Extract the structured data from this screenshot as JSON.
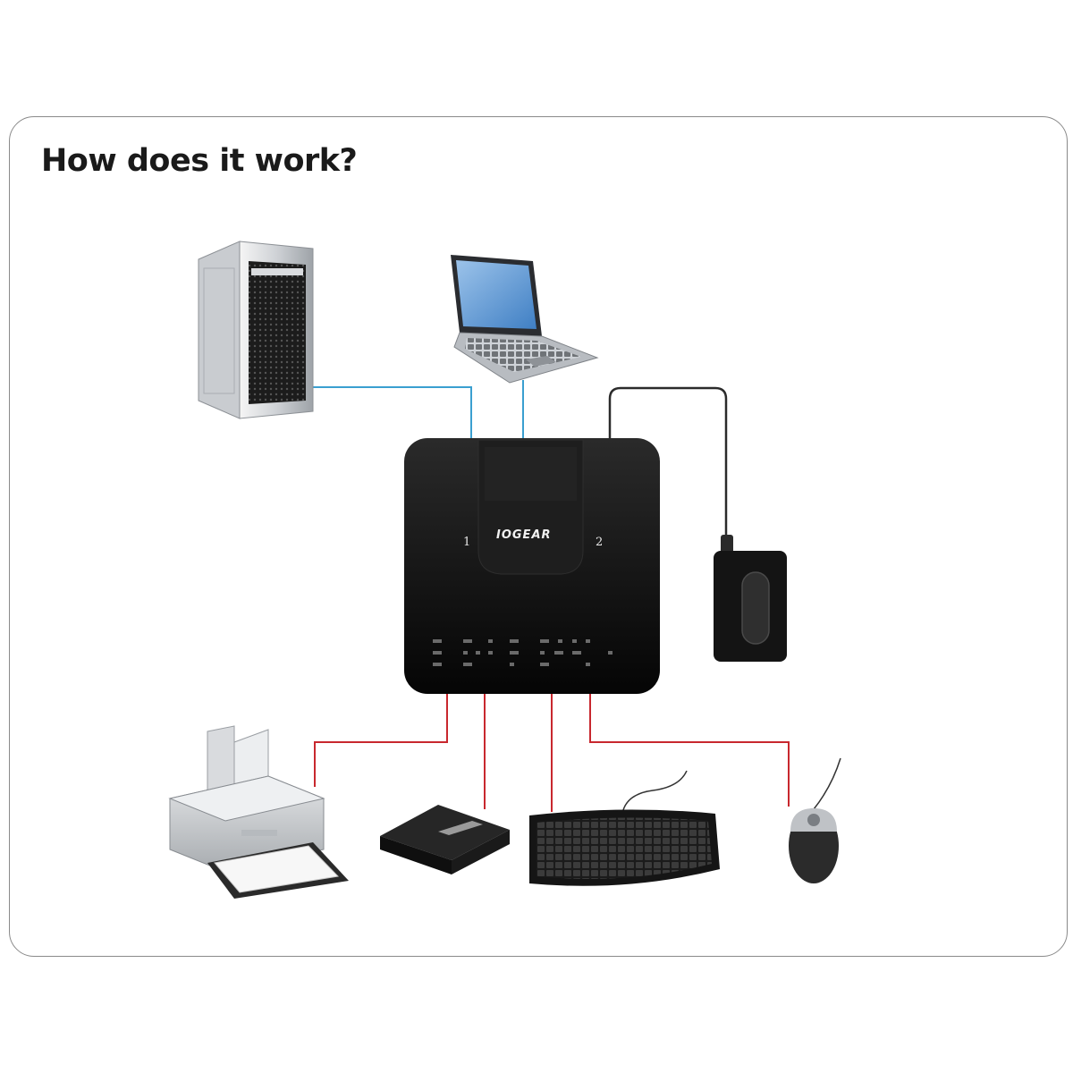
{
  "title": "How does it work?",
  "hub": {
    "brand": "IOGEAR",
    "port_1_label": "1",
    "port_2_label": "2"
  },
  "devices": {
    "top": [
      "desktop-tower-computer",
      "laptop-computer"
    ],
    "bottom": [
      "printer",
      "card-reader",
      "keyboard",
      "mouse"
    ],
    "side": [
      "remote-switch"
    ]
  },
  "colors": {
    "computer_cable": "#3a9fd0",
    "peripheral_cable": "#c8282e",
    "remote_cable": "#333333",
    "hub_body": "#111111"
  }
}
